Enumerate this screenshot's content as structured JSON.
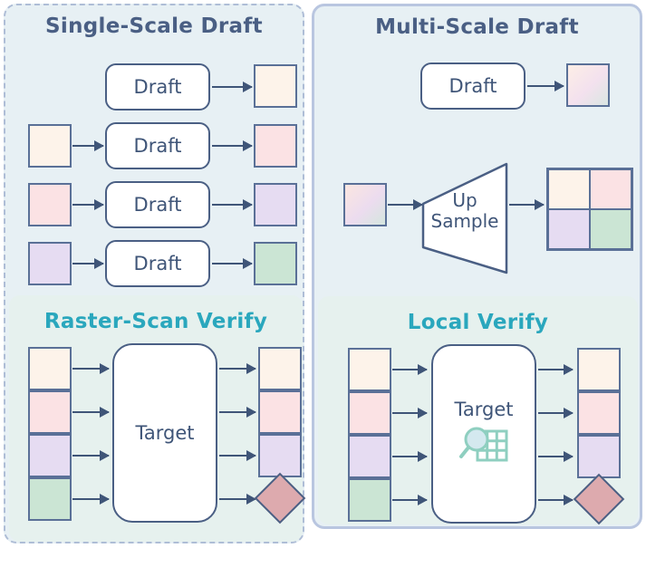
{
  "figure": {
    "title": "Speculative decoding: single-scale vs multi-scale drafting and verification",
    "background": "#ffffff"
  },
  "palette": {
    "panel_bg": "#e7f0f4",
    "subpanel_bg": "#e6f1ee",
    "panel_border_left": "#aebdd6",
    "panel_border_right": "#b9c6e0",
    "stroke": "#4a5f84",
    "square_stroke": "#5a7097",
    "title_dark": "#4a5f84",
    "title_teal": "#2aa7bd",
    "token_cream": "#fdf3ea",
    "token_pink": "#fbe2e4",
    "token_lavender": "#e6dcf2",
    "token_green": "#cbe5d4",
    "reject_rose": "#ddaaae",
    "magnifier_glass": "#d4e9ef",
    "magnifier_stroke": "#8fcfc0",
    "white": "#ffffff"
  },
  "panels": {
    "single_scale_draft": {
      "title": "Single-Scale Draft",
      "title_color": "#4a5f84",
      "border_style": "dashed",
      "rows": [
        {
          "input": null,
          "block_label": "Draft",
          "output": "#fdf3ea"
        },
        {
          "input": "#fdf3ea",
          "block_label": "Draft",
          "output": "#fbe2e4"
        },
        {
          "input": "#fbe2e4",
          "block_label": "Draft",
          "output": "#e6dcf2"
        },
        {
          "input": "#e6dcf2",
          "block_label": "Draft",
          "output": "#cbe5d4"
        }
      ]
    },
    "multi_scale_draft": {
      "title": "Multi-Scale Draft",
      "title_color": "#4a5f84",
      "border_style": "solid",
      "draft_row": {
        "block_label": "Draft",
        "output_gradient": [
          "#fdeee6",
          "#f3e1ee",
          "#d9e6e2"
        ]
      },
      "upsample_row": {
        "input_gradient": [
          "#fbe6e0",
          "#ecdcef",
          "#d4e6de"
        ],
        "block_label": "Up\nSample",
        "block_shape": "trapezoid",
        "output_grid": {
          "rows": 2,
          "cols": 2,
          "cells": [
            "#fdf3ea",
            "#fbe2e4",
            "#e6dcf2",
            "#cbe5d4"
          ]
        }
      }
    },
    "raster_scan_verify": {
      "title": "Raster-Scan Verify",
      "title_color": "#2aa7bd",
      "block_label": "Target",
      "has_magnifier_icon": false,
      "inputs": [
        "#fdf3ea",
        "#fbe2e4",
        "#e6dcf2",
        "#cbe5d4"
      ],
      "outputs": [
        {
          "shape": "square",
          "color": "#fdf3ea"
        },
        {
          "shape": "square",
          "color": "#fbe2e4"
        },
        {
          "shape": "square",
          "color": "#e6dcf2"
        },
        {
          "shape": "diamond",
          "color": "#ddaaae"
        }
      ]
    },
    "local_verify": {
      "title": "Local Verify",
      "title_color": "#2aa7bd",
      "block_label": "Target",
      "has_magnifier_icon": true,
      "magnifier_icon_name": "magnifier-grid-icon",
      "inputs": [
        "#fdf3ea",
        "#fbe2e4",
        "#e6dcf2",
        "#cbe5d4"
      ],
      "outputs": [
        {
          "shape": "square",
          "color": "#fdf3ea"
        },
        {
          "shape": "square",
          "color": "#fbe2e4"
        },
        {
          "shape": "square",
          "color": "#e6dcf2"
        },
        {
          "shape": "diamond",
          "color": "#ddaaae"
        }
      ]
    }
  }
}
